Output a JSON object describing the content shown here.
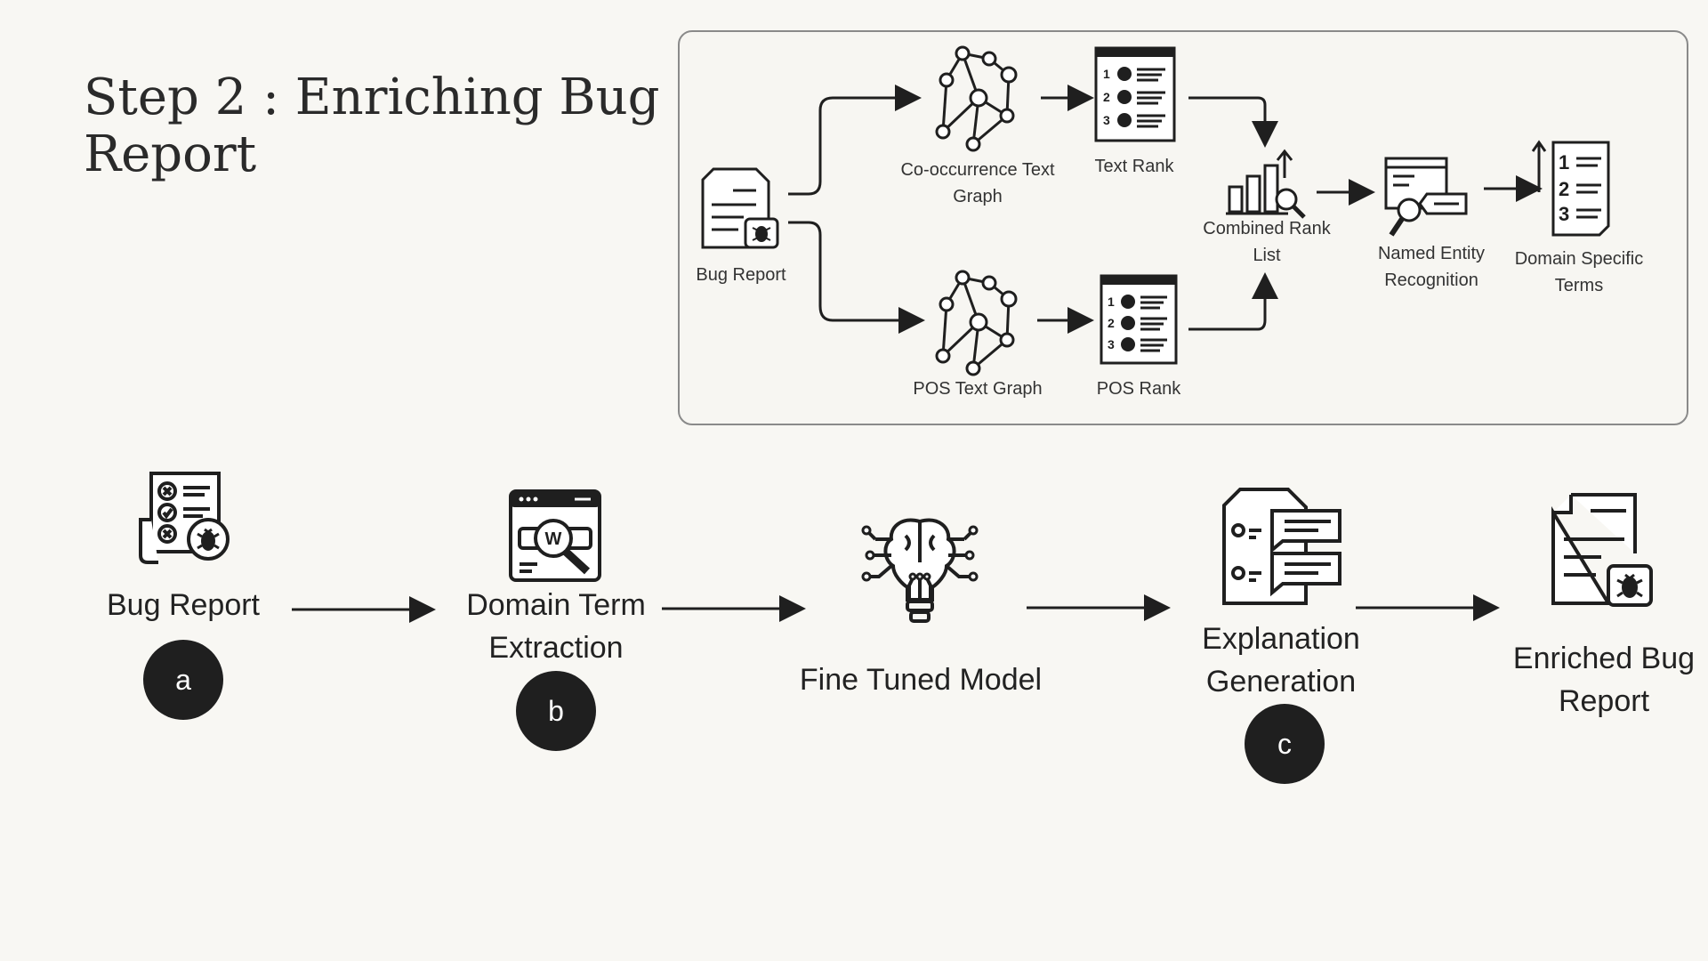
{
  "slide": {
    "title": "Step 2 : Enriching Bug Report"
  },
  "inset_diagram": {
    "bug_report": "Bug Report",
    "cooccurrence_graph": "Co-occurrence Text Graph",
    "text_rank": "Text Rank",
    "pos_graph": "POS Text Graph",
    "pos_rank": "POS Rank",
    "combined_rank": "Combined Rank List",
    "ner": "Named Entity Recognition",
    "domain_terms": "Domain Specific Terms"
  },
  "flow": {
    "bug_report": {
      "label": "Bug Report",
      "badge": "a"
    },
    "domain_term": {
      "label": "Domain Term Extraction",
      "badge": "b"
    },
    "model": {
      "label": "Fine Tuned Model"
    },
    "explanation": {
      "label": "Explanation Generation",
      "badge": "c"
    },
    "enriched": {
      "label": "Enriched Bug Report"
    }
  },
  "colors": {
    "badge": "#1f1f1f",
    "ink": "#1f1f1f",
    "background": "#f8f7f3"
  }
}
